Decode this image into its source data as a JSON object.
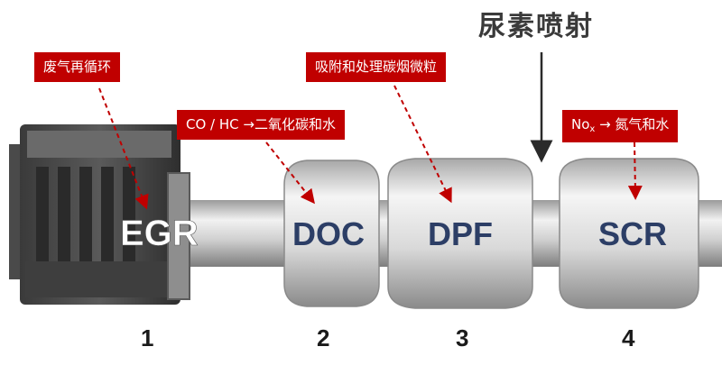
{
  "urea_label": "尿素喷射",
  "components": {
    "egr": {
      "label": "EGR",
      "callout": "废气再循环"
    },
    "doc": {
      "label": "DOC",
      "callout": "CO / HC →二氧化碳和水"
    },
    "dpf": {
      "label": "DPF",
      "callout": "吸附和处理碳烟微粒"
    },
    "scr": {
      "label": "SCR",
      "callout_prefix": "No",
      "callout_sub": "x",
      "callout_suffix": " → 氮气和水"
    }
  },
  "steps": [
    "1",
    "2",
    "3",
    "4"
  ],
  "colors": {
    "callout_bg": "#c00000",
    "arrow": "#c00000",
    "component_text": "#2c3e66"
  }
}
